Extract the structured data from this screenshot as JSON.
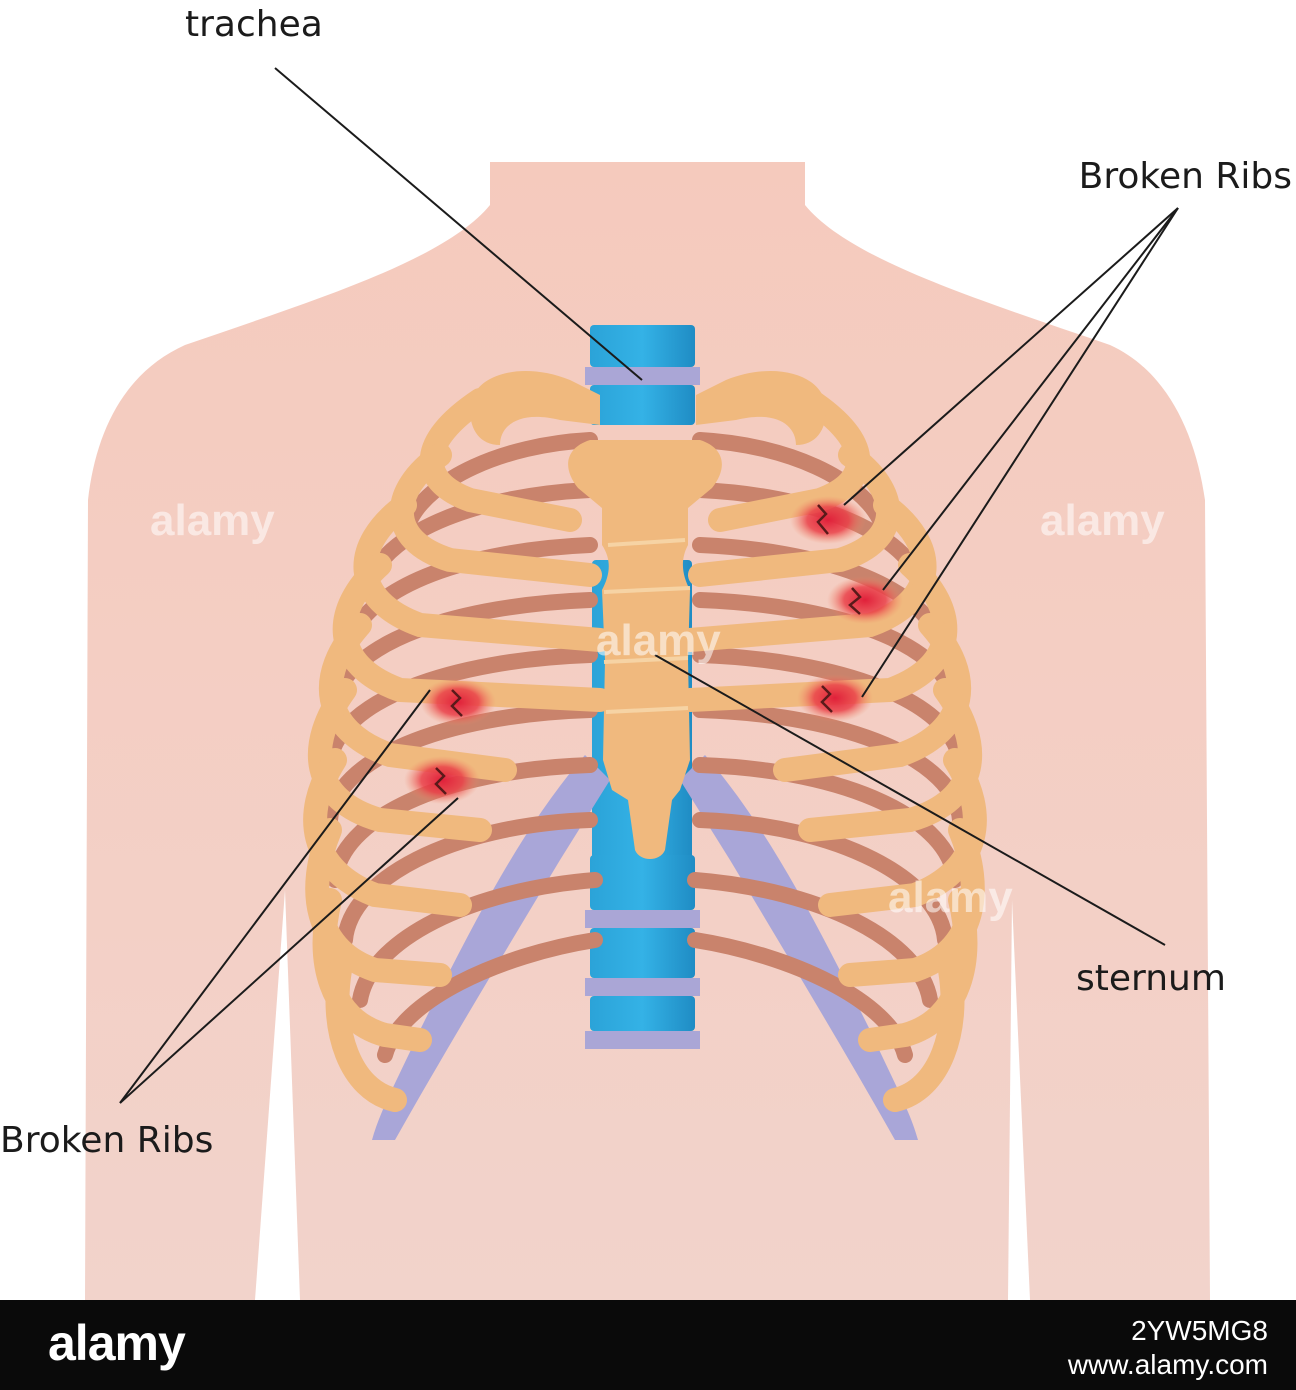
{
  "labels": {
    "trachea": "trachea",
    "broken_ribs_right": "Broken Ribs",
    "broken_ribs_left": "Broken Ribs",
    "sternum": "sternum"
  },
  "watermark": {
    "brand": "alamy",
    "image_id": "2YW5MG8",
    "url": "www.alamy.com"
  },
  "colors": {
    "skin": "#f3cfc5",
    "bone": "#f0b97e",
    "bone_shadow": "#c9836c",
    "cartilage": "#a9a6d8",
    "vertebra": "#2ea6da",
    "fracture": "#e0283c"
  }
}
